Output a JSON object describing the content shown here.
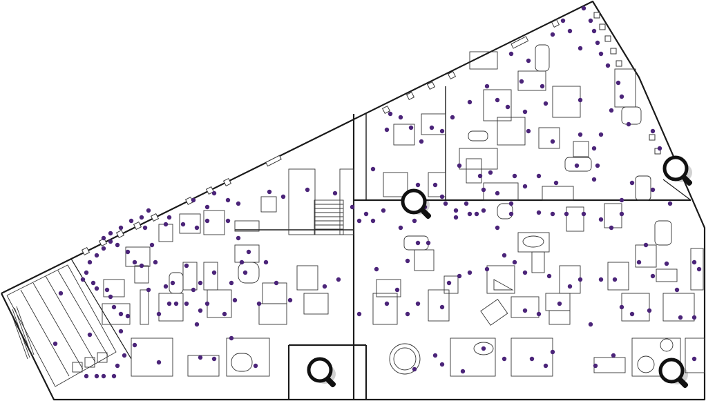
{
  "colors": {
    "marker": "#4b2479",
    "wall": "#1a1a1a",
    "background": "#ffffff"
  },
  "icons": {
    "zoom_spot": "magnifier-icon",
    "point": "location-dot-icon"
  },
  "zoom_spots": [
    {
      "id": "zoom-center",
      "label": ""
    },
    {
      "id": "zoom-right-upper",
      "label": ""
    },
    {
      "id": "zoom-bottom-center",
      "label": ""
    },
    {
      "id": "zoom-bottom-right",
      "label": ""
    }
  ]
}
